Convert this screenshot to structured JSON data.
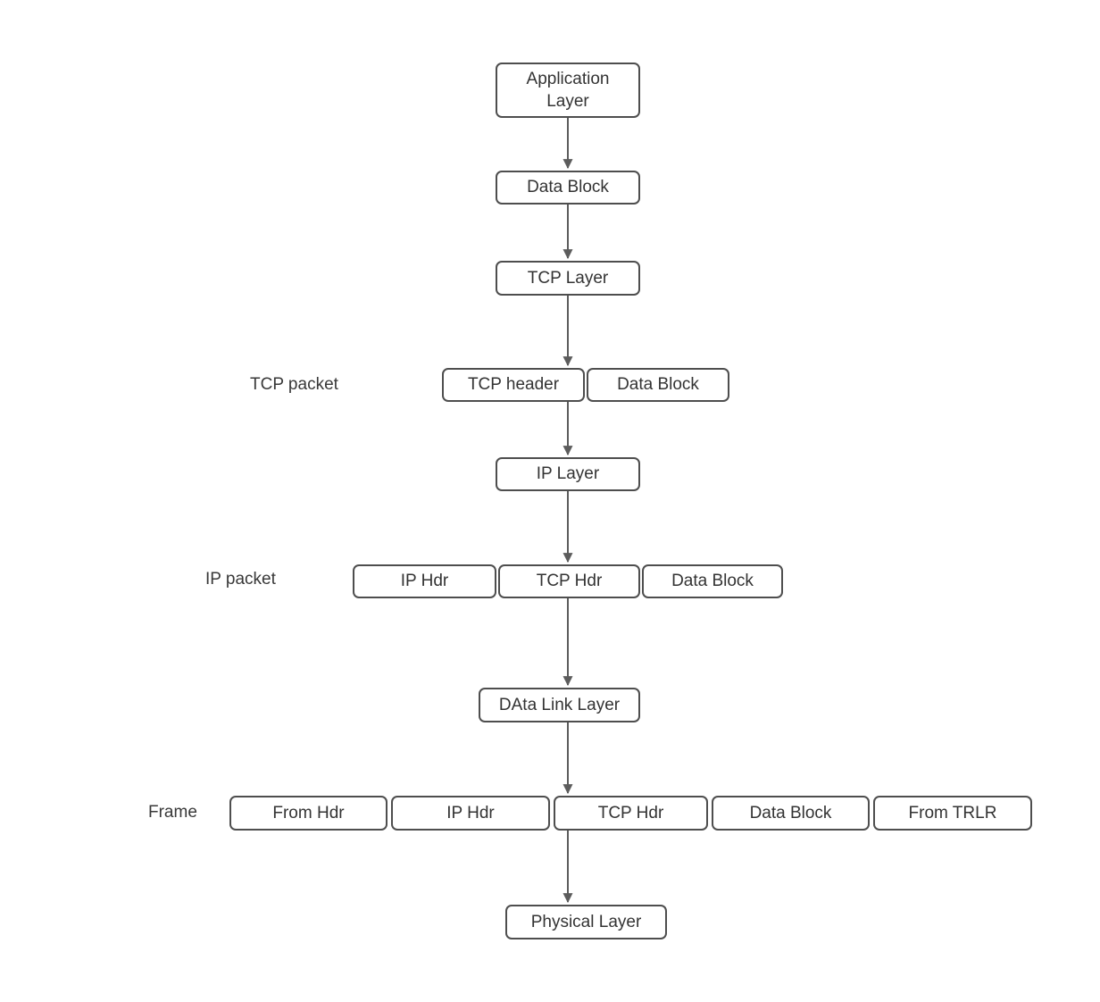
{
  "diagram": {
    "title_semantic": "TCP/IP encapsulation flow diagram",
    "colors": {
      "background": "#ffffff",
      "node_border": "#4e4e4e",
      "node_fill": "#ffffff",
      "text": "#333333",
      "arrow": "#5c5c5c"
    }
  },
  "nodes": {
    "application_layer": {
      "label": "Application Layer"
    },
    "data_block_top": {
      "label": "Data Block"
    },
    "tcp_layer": {
      "label": "TCP Layer"
    },
    "tcp_header": {
      "label": "TCP header"
    },
    "data_block_tcp": {
      "label": "Data Block"
    },
    "ip_layer": {
      "label": "IP Layer"
    },
    "ip_hdr_ippacket": {
      "label": "IP Hdr"
    },
    "tcp_hdr_ippacket": {
      "label": "TCP Hdr"
    },
    "data_block_ippacket": {
      "label": "Data Block"
    },
    "data_link_layer": {
      "label": "DAta Link Layer"
    },
    "from_hdr": {
      "label": "From Hdr"
    },
    "ip_hdr_frame": {
      "label": "IP Hdr"
    },
    "tcp_hdr_frame": {
      "label": "TCP Hdr"
    },
    "data_block_frame": {
      "label": "Data Block"
    },
    "from_trlr": {
      "label": "From TRLR"
    },
    "physical_layer": {
      "label": "Physical Layer"
    }
  },
  "row_labels": {
    "tcp_packet": "TCP packet",
    "ip_packet": "IP packet",
    "frame": "Frame"
  }
}
